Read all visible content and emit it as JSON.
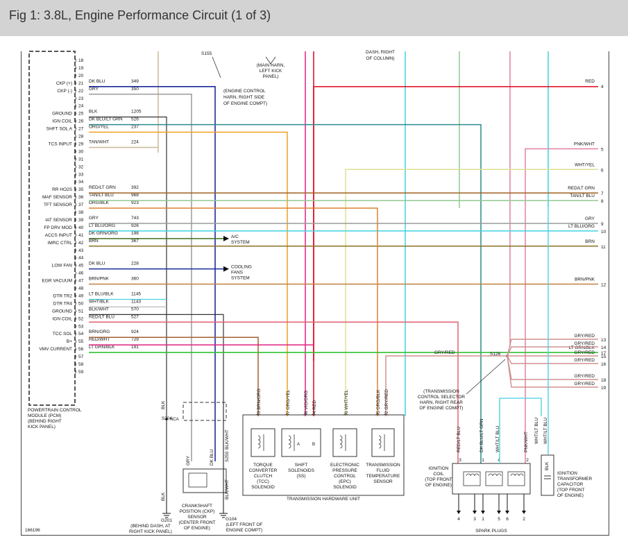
{
  "title": "Fig 1: 3.8L, Engine Performance Circuit (1 of 3)",
  "figure_number": "166196",
  "colors": {
    "dk_blu": "#1a2a9a",
    "gry": "#9a9a9a",
    "red": "#e0001a",
    "orange": "#f0a020",
    "teal": "#2a8a8a",
    "brown": "#a06020",
    "green": "#30c030",
    "lt_blu": "#40d0e0",
    "pink": "#e080a0",
    "yellow": "#e0e090",
    "violet_org": "#e02080",
    "lt_grn": "#90c890",
    "dk_grn": "#407020",
    "gray_red": "#d09090"
  },
  "pcm": {
    "label": "POWERTRAIN CONTROL MODULE (PCM) (BEHIND RIGHT KICK PANEL)",
    "label_lines": [
      "POWERTRAIN CONTROL",
      "MODULE (PCM)",
      "(BEHIND RIGHT",
      "KICK PANEL)"
    ],
    "pins": [
      {
        "pin": "18",
        "sig": "",
        "wire": "",
        "circuit": ""
      },
      {
        "pin": "19",
        "sig": "",
        "wire": "",
        "circuit": ""
      },
      {
        "pin": "20",
        "sig": "",
        "wire": "",
        "circuit": ""
      },
      {
        "pin": "21",
        "sig": "CKP (+)",
        "wire": "DK BLU",
        "circuit": "349"
      },
      {
        "pin": "22",
        "sig": "CKP (-)",
        "wire": "GRY",
        "circuit": "350"
      },
      {
        "pin": "23",
        "sig": "",
        "wire": "",
        "circuit": ""
      },
      {
        "pin": "24",
        "sig": "",
        "wire": "",
        "circuit": ""
      },
      {
        "pin": "25",
        "sig": "GROUND",
        "wire": "BLK",
        "circuit": "1205"
      },
      {
        "pin": "26",
        "sig": "IGN COIL",
        "wire": "DK BLU/LT GRN",
        "circuit": "526"
      },
      {
        "pin": "27",
        "sig": "SHFT SOL A",
        "wire": "ORG/YEL",
        "circuit": "237"
      },
      {
        "pin": "28",
        "sig": "",
        "wire": "",
        "circuit": ""
      },
      {
        "pin": "29",
        "sig": "TCS INPUT",
        "wire": "TAN/WHT",
        "circuit": "224"
      },
      {
        "pin": "30",
        "sig": "",
        "wire": "",
        "circuit": ""
      },
      {
        "pin": "31",
        "sig": "",
        "wire": "",
        "circuit": ""
      },
      {
        "pin": "32",
        "sig": "",
        "wire": "",
        "circuit": ""
      },
      {
        "pin": "33",
        "sig": "",
        "wire": "",
        "circuit": ""
      },
      {
        "pin": "34",
        "sig": "",
        "wire": "",
        "circuit": ""
      },
      {
        "pin": "35",
        "sig": "RR HO2S",
        "wire": "RED/LT GRN",
        "circuit": "392"
      },
      {
        "pin": "36",
        "sig": "MAF SENSOR",
        "wire": "TAN/LT BLU",
        "circuit": "968"
      },
      {
        "pin": "37",
        "sig": "TFT SENSOR",
        "wire": "ORG/BLK",
        "circuit": "923"
      },
      {
        "pin": "38",
        "sig": "",
        "wire": "",
        "circuit": ""
      },
      {
        "pin": "39",
        "sig": "IAT SENSOR",
        "wire": "GRY",
        "circuit": "743"
      },
      {
        "pin": "40",
        "sig": "FP DRV MOD",
        "wire": "LT BLU/ORG",
        "circuit": "926"
      },
      {
        "pin": "41",
        "sig": "ACCS INPUT",
        "wire": "DK GRN/ORG",
        "circuit": "198"
      },
      {
        "pin": "42",
        "sig": "IMRC CTRL",
        "wire": "BRN",
        "circuit": "367"
      },
      {
        "pin": "43",
        "sig": "",
        "wire": "",
        "circuit": ""
      },
      {
        "pin": "44",
        "sig": "",
        "wire": "",
        "circuit": ""
      },
      {
        "pin": "45",
        "sig": "LOW FAN",
        "wire": "DK BLU",
        "circuit": "228"
      },
      {
        "pin": "46",
        "sig": "",
        "wire": "",
        "circuit": ""
      },
      {
        "pin": "47",
        "sig": "EGR VACUUM",
        "wire": "BRN/PNK",
        "circuit": "360"
      },
      {
        "pin": "48",
        "sig": "",
        "wire": "",
        "circuit": ""
      },
      {
        "pin": "49",
        "sig": "DTR TR2",
        "wire": "LT BLU/BLK",
        "circuit": "1145"
      },
      {
        "pin": "50",
        "sig": "DTR TR4",
        "wire": "WHT/BLK",
        "circuit": "1143"
      },
      {
        "pin": "51",
        "sig": "GROUND",
        "wire": "BLK/WHT",
        "circuit": "570"
      },
      {
        "pin": "52",
        "sig": "IGN COIL",
        "wire": "RED/LT BLU",
        "circuit": "527"
      },
      {
        "pin": "53",
        "sig": "",
        "wire": "",
        "circuit": ""
      },
      {
        "pin": "54",
        "sig": "TCC SOL",
        "wire": "BRN/ORG",
        "circuit": "924"
      },
      {
        "pin": "55",
        "sig": "B+",
        "wire": "RED/WHT",
        "circuit": "729"
      },
      {
        "pin": "56",
        "sig": "VMV CURRENT",
        "wire": "LT GRN/BLK",
        "circuit": "191"
      },
      {
        "pin": "57",
        "sig": "",
        "wire": "",
        "circuit": ""
      },
      {
        "pin": "58",
        "sig": "",
        "wire": "",
        "circuit": ""
      },
      {
        "pin": "59",
        "sig": "",
        "wire": "",
        "circuit": ""
      }
    ]
  },
  "right_wires": [
    {
      "num": "4",
      "label": "RED"
    },
    {
      "num": "5",
      "label": "PNK/WHT"
    },
    {
      "num": "6",
      "label": "WHT/YEL"
    },
    {
      "num": "7",
      "label": "RED/LT GRN"
    },
    {
      "num": "8",
      "label": "TAN/LT BLU"
    },
    {
      "num": "9",
      "label": "GRY"
    },
    {
      "num": "10",
      "label": "LT BLU/ORG"
    },
    {
      "num": "11",
      "label": "BRN"
    },
    {
      "num": "12",
      "label": "BRN/PNK"
    },
    {
      "num": "13",
      "label": "GRY/RED"
    },
    {
      "num": "14",
      "label": "GRY/RED"
    },
    {
      "num": "15",
      "label": "GRY/RED"
    },
    {
      "num": "16",
      "label": "GRY/RED"
    },
    {
      "num": "17",
      "label": "LT GRN/BLK"
    },
    {
      "num": "18",
      "label": "GRY/RED"
    },
    {
      "num": "19",
      "label": "GRY/RED"
    }
  ],
  "notes": {
    "s155": "S155",
    "main_harn": [
      "(MAIN HARN,",
      "LEFT KICK",
      "PANEL)"
    ],
    "dash_right": [
      "DASH, RIGHT",
      "OF COLUMN)"
    ],
    "engine_control": [
      "(ENGINE CONTROL",
      "HARN, RIGHT SIDE",
      "OF ENGINE COMPT)"
    ],
    "ac_system": [
      "A/C",
      "SYSTEM"
    ],
    "cooling": [
      "COOLING",
      "FANS",
      "SYSTEM"
    ],
    "s126": "S126",
    "gry_red": "GRY/RED",
    "tcs_harn": [
      "(TRANSMISSION",
      "CONTROL SELECTOR",
      "HARN, RIGHT REAR",
      "OF ENGINE COMPT)"
    ],
    "s204": "S204",
    "nca": "NCA",
    "s250": "S250",
    "g201": "G201",
    "g201_note": [
      "(BEHIND DASH, AT",
      "RIGHT KICK PANEL)"
    ],
    "g104": "G104",
    "g104_note": [
      "(LEFT FRONT OF",
      "ENGINE COMPT)"
    ]
  },
  "trans_unit": {
    "label": "TRANSMISSION HARDWARE UNIT",
    "pins": [
      {
        "n": "3",
        "w": "BRN/ORG"
      },
      {
        "n": "7",
        "w": "ORG/YEL"
      },
      {
        "n": "8",
        "w": "VIO/ORG"
      },
      {
        "n": "4",
        "w": "RED"
      },
      {
        "n": "6",
        "w": "WHT/YEL"
      },
      {
        "n": "5",
        "w": "ORG/BLK"
      },
      {
        "n": "2",
        "w": "GRY/RED"
      }
    ],
    "components": [
      {
        "lines": [
          "TORQUE",
          "CONVERTER",
          "CLUTCH",
          "(TCC)",
          "SOLENOID"
        ]
      },
      {
        "lines": [
          "SHIFT",
          "SOLENOIDS",
          "(SS)"
        ]
      },
      {
        "lines": [
          "ELECTRONIC",
          "PRESSURE",
          "CONTROL",
          "(EPC)",
          "SOLENOID"
        ]
      },
      {
        "lines": [
          "TRANSMISSION",
          "FLUID",
          "TEMPERATURE",
          "SENSOR"
        ]
      }
    ],
    "ss_a": "A",
    "ss_b": "B"
  },
  "ckp": {
    "lines": [
      "CRANKSHAFT",
      "POSITION (CKP)",
      "SENSOR",
      "(CENTER FRONT",
      "OF ENGINE)"
    ],
    "w1": "GRY",
    "w2": "DK BLU"
  },
  "blk_labels": [
    "BLK",
    "BLK",
    "BLK/WHT",
    "BLK/WHT"
  ],
  "ign_coil": {
    "lines": [
      "IGNITION",
      "COIL",
      "(TOP FRONT",
      "OF ENGINE)"
    ],
    "wires": [
      {
        "n": "3",
        "w": "RED/LT BLU"
      },
      {
        "n": "1",
        "w": "DK BLU/LT GRN"
      },
      {
        "n": "4",
        "w": "WHT/LT BLU"
      },
      {
        "n": "2",
        "w": "PNK/WHT"
      }
    ],
    "plugs": [
      "4",
      "3",
      "1",
      "5",
      "6",
      "2"
    ],
    "plugs_label": "SPARK PLUGS"
  },
  "capacitor": {
    "lines": [
      "IGNITION",
      "TRANSFORMER",
      "CAPACITOR",
      "(TOP FRONT",
      "OF ENGINE)"
    ],
    "w1": "WHT/LT BLU",
    "w2": "WHT/LT BLU",
    "blk": "BLK"
  }
}
